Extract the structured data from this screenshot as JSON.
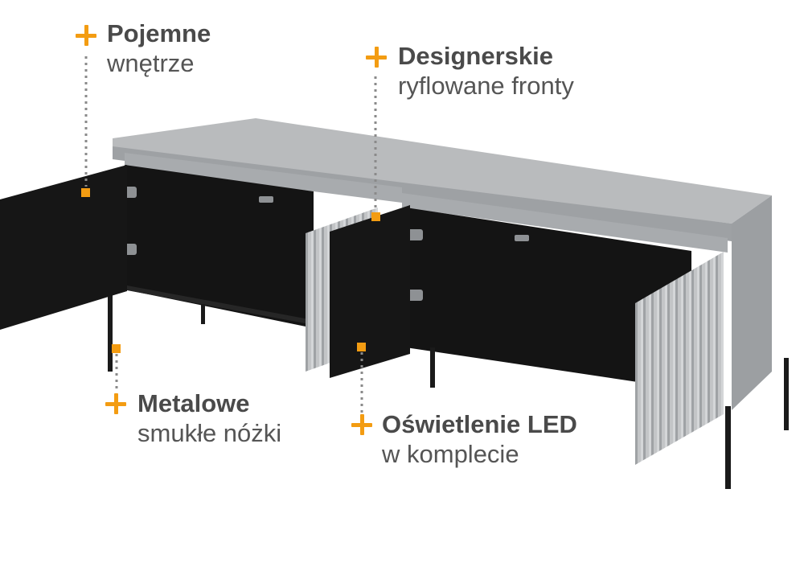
{
  "features": [
    {
      "title": "Pojemne",
      "subtitle": "wnętrze",
      "icon": "plus-icon"
    },
    {
      "title": "Designerskie",
      "subtitle": "ryflowane fronty",
      "icon": "plus-icon"
    },
    {
      "title": "Metalowe",
      "subtitle": "smukłe nóżki",
      "icon": "plus-icon"
    },
    {
      "title": "Oświetlenie LED",
      "subtitle": "w komplecie",
      "icon": "plus-icon"
    }
  ],
  "colors": {
    "accent": "#f39c12",
    "body_grey": "#a9abad",
    "top_grey": "#b9bbbd",
    "interior_black": "#141414",
    "text": "#4a4a4a"
  }
}
